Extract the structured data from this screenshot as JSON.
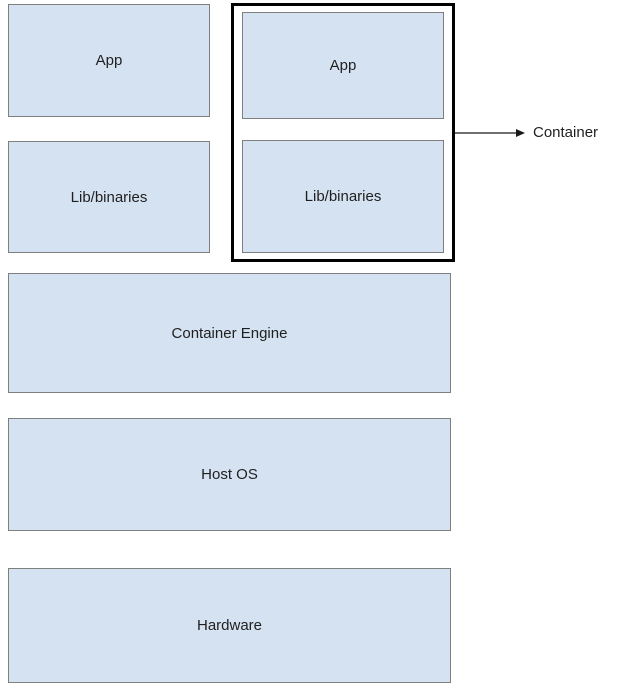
{
  "colors": {
    "box_fill": "#d5e2f1",
    "box_border": "#7f7f7f",
    "group_border": "#000000",
    "text": "#1f1f1f",
    "arrow": "#1a1a1a",
    "background": "#ffffff"
  },
  "host_stack": {
    "app_label": "App",
    "lib_label": "Lib/binaries"
  },
  "container_group": {
    "app_label": "App",
    "lib_label": "Lib/binaries"
  },
  "callout": {
    "label": "Container"
  },
  "layers": {
    "container_engine": "Container Engine",
    "host_os": "Host OS",
    "hardware": "Hardware"
  }
}
